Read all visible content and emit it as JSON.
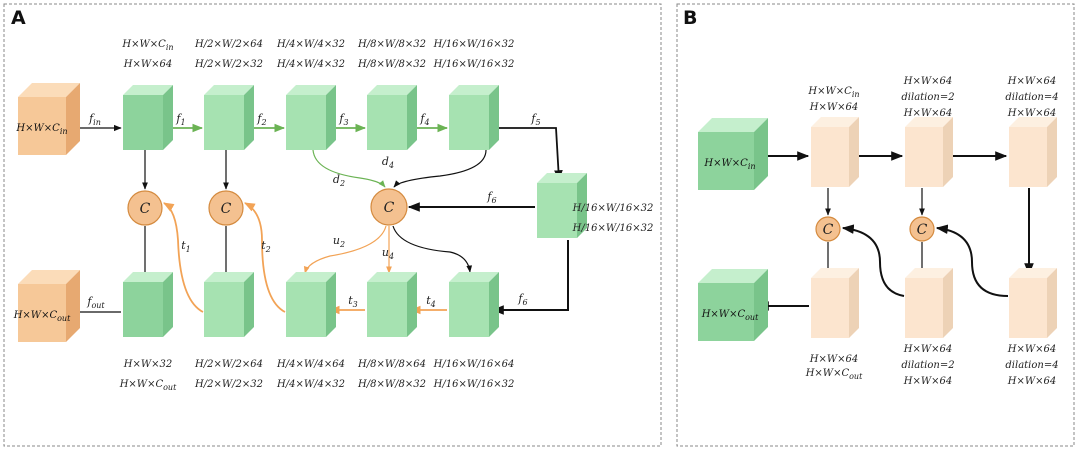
{
  "panel_a": {
    "label": "A",
    "input_label": "H×W×C",
    "input_sub": "in",
    "output_label": "H×W×C",
    "output_sub": "out",
    "enc_labels": [
      [
        "H×W×C",
        "in",
        "H×W×64"
      ],
      [
        "H/2×W/2×64",
        "",
        "H/2×W/2×32"
      ],
      [
        "H/4×W/4×32",
        "",
        "H/4×W/4×32"
      ],
      [
        "H/8×W/8×32",
        "",
        "H/8×W/8×32"
      ],
      [
        "H/16×W/16×32",
        "",
        "H/16×W/16×32"
      ]
    ],
    "side_labels": [
      "H/16×W/16×32",
      "H/16×W/16×32"
    ],
    "dec_labels": [
      [
        "H×W×32",
        "H×W×C",
        "out"
      ],
      [
        "H/2×W/2×64",
        "H/2×W/2×32",
        ""
      ],
      [
        "H/4×W/4×64",
        "H/4×W/4×32",
        ""
      ],
      [
        "H/8×W/8×64",
        "H/8×W/8×32",
        ""
      ],
      [
        "H/16×W/16×64",
        "H/16×W/16×32",
        ""
      ]
    ],
    "concat_symbol": "C",
    "arrow_labels": {
      "f_in": [
        "f",
        "in"
      ],
      "f1": [
        "f",
        "1"
      ],
      "f2": [
        "f",
        "2"
      ],
      "f3": [
        "f",
        "3"
      ],
      "f4": [
        "f",
        "4"
      ],
      "f5": [
        "f",
        "5"
      ],
      "f6a": [
        "f",
        "6"
      ],
      "f6b": [
        "f",
        "6"
      ],
      "f_out": [
        "f",
        "out"
      ],
      "d2": [
        "d",
        "2"
      ],
      "d4": [
        "d",
        "4"
      ],
      "u2": [
        "u",
        "2"
      ],
      "u4": [
        "u",
        "4"
      ],
      "t1": [
        "t",
        "1"
      ],
      "t2": [
        "t",
        "2"
      ],
      "t3": [
        "t",
        "3"
      ],
      "t4": [
        "t",
        "4"
      ]
    }
  },
  "panel_b": {
    "label": "B",
    "input_label": "H×W×C",
    "input_sub": "in",
    "output_label": "H×W×C",
    "output_sub": "out",
    "top_labels": [
      [
        "H×W×C",
        "in",
        "H×W×64",
        ""
      ],
      [
        "H×W×64",
        "",
        "dilation=2",
        "H×W×64"
      ],
      [
        "H×W×64",
        "",
        "dilation=4",
        "H×W×64"
      ]
    ],
    "bottom_labels": [
      [
        "H×W×64",
        "H×W×C",
        "out"
      ],
      [
        "H×W×64",
        "dilation=2",
        "H×W×64"
      ],
      [
        "H×W×64",
        "dilation=4",
        "H×W×64"
      ]
    ],
    "concat_symbol": "C"
  },
  "colors": {
    "green_front": "#a6e2b1",
    "green_top": "#c5efcd",
    "green_side": "#79c48a",
    "dark_green_front": "#8dd39c",
    "orange_front": "#f6c898",
    "orange_top": "#fbdcb9",
    "orange_side": "#e7a971",
    "peach_front": "#fce5cf",
    "peach_top": "#fdf0e1",
    "peach_side": "#edd2b6",
    "circle_fill": "#f4c190",
    "circle_stroke": "#d48a3e",
    "green_arrow": "#6bb354",
    "orange_arrow": "#f2a356",
    "black_arrow": "#111111",
    "border": "#888888"
  }
}
